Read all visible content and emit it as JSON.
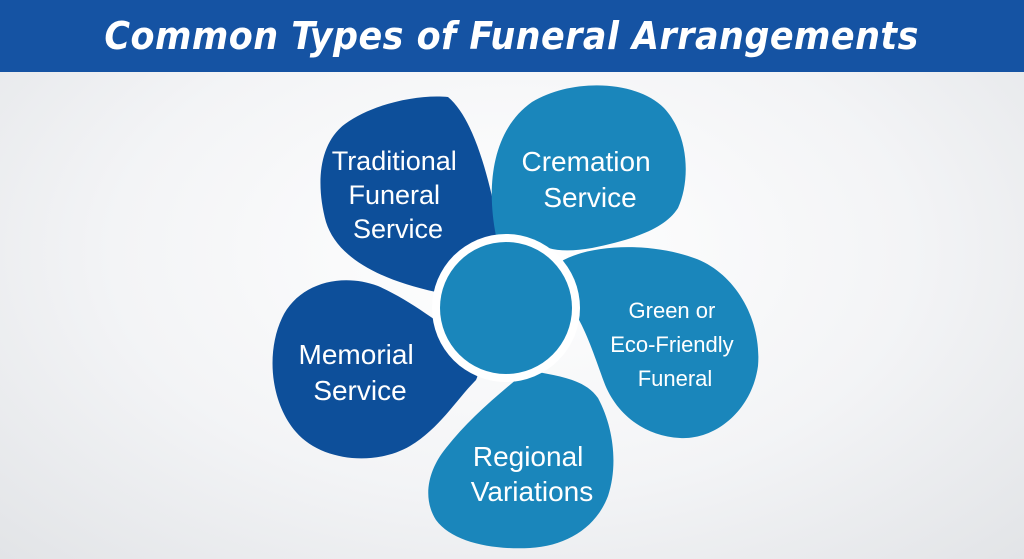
{
  "header": {
    "title": "Common Types of Funeral Arrangements"
  },
  "diagram": {
    "petals": [
      {
        "id": "traditional",
        "lines": [
          "Traditional",
          "Funeral",
          "Service"
        ],
        "color": "#0d4f9a"
      },
      {
        "id": "cremation",
        "lines": [
          "Cremation",
          "Service"
        ],
        "color": "#1a86bb"
      },
      {
        "id": "green",
        "lines": [
          "Green or",
          "Eco-Friendly",
          "Funeral"
        ],
        "color": "#1a86bb"
      },
      {
        "id": "regional",
        "lines": [
          "Regional",
          "Variations"
        ],
        "color": "#1a86bb"
      },
      {
        "id": "memorial",
        "lines": [
          "Memorial",
          "Service"
        ],
        "color": "#0d4f9a"
      }
    ],
    "center_color": "#1a86bb"
  }
}
